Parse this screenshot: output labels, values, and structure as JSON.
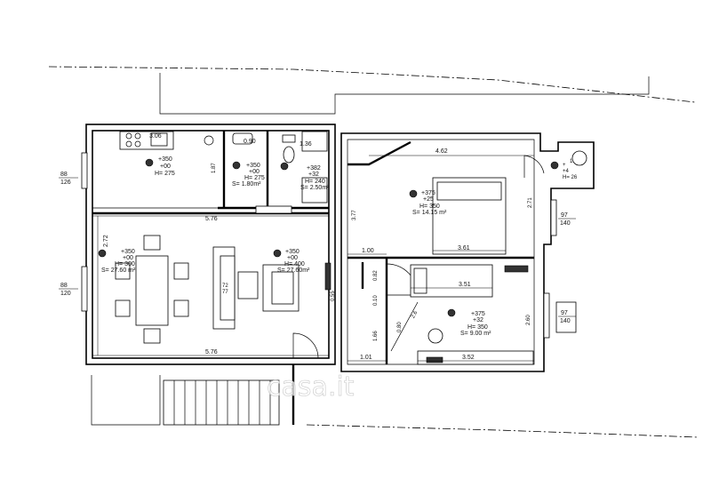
{
  "watermark": "casa.it",
  "left_wall_notes": {
    "upper": [
      "88",
      "126"
    ],
    "lower": [
      "88",
      "120"
    ]
  },
  "right_wall_notes": {
    "upper": [
      "97",
      "140"
    ],
    "lower": [
      "97",
      "140"
    ]
  },
  "kitchen": {
    "level": [
      "+350",
      "+00",
      "H= 275"
    ],
    "dim_width": "3.06",
    "dim_height": "1.87"
  },
  "bath1": {
    "level": [
      "+350",
      "+00",
      "H= 275",
      "S= 1.80m²"
    ],
    "dim_width": "0.90"
  },
  "bath2": {
    "level": [
      "+382",
      "+32",
      "H= 240",
      "S= 2.50m²"
    ],
    "dim_width": "1.36"
  },
  "living": {
    "level_left": [
      "+350",
      "+00",
      "H= 300",
      "S= 27.60 m²"
    ],
    "level_right": [
      "+350",
      "+00",
      "H= 400",
      "S= 27.60m²"
    ],
    "dim_top": "5.76",
    "dim_bottom": "5.76",
    "dim_side": "2.72",
    "dim_right": "0.55",
    "table_label": [
      "72",
      "77"
    ]
  },
  "bedroom1": {
    "level": [
      "+375",
      "+25",
      "H= 350",
      "S= 14.15 m²"
    ],
    "dim_top": "4.62",
    "dim_left": "3.77",
    "dim_right": "2.71",
    "dim_bed": "3.61"
  },
  "bedroom2": {
    "level": [
      "+375",
      "+32",
      "H= 350",
      "S= 9.00 m²"
    ],
    "dim_top": "3.51",
    "dim_bottom": "3.52",
    "dim_right": "2.60"
  },
  "corridor": {
    "dim_top": "1.00",
    "dim_a": "0.82",
    "dim_b": "0.10",
    "dim_c": "1.66",
    "dim_d": "0.80",
    "dim_bottom": "1.01",
    "dim_diag": "2.6"
  },
  "small_room": {
    "level": [
      "+",
      "+4",
      "H= 26"
    ],
    "dim": "1.90"
  }
}
